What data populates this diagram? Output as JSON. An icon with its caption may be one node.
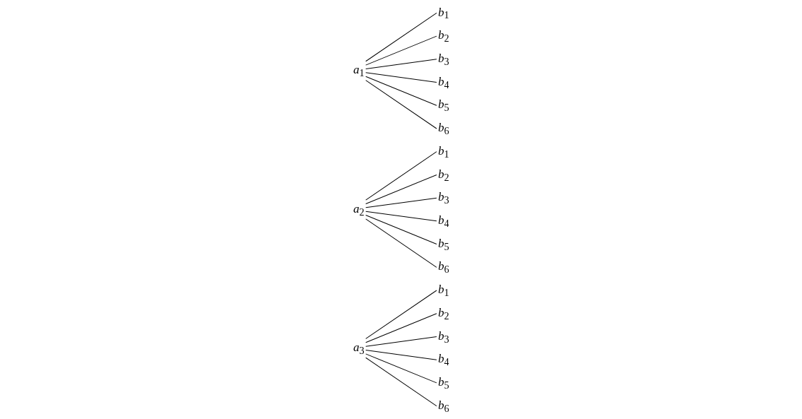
{
  "diagram": {
    "nodes": [
      {
        "text": [
          "*a*$_{1}$"
        ]
      },
      {
        "text": [
          "*b*$_{1}$"
        ]
      },
      {
        "text": [
          "*b*$_{2}$"
        ]
      },
      {
        "text": [
          "*b*$_{3}$"
        ]
      },
      {
        "text": [
          "*b*$_{4}$"
        ]
      },
      {
        "text": [
          "*b*$_{5}$"
        ]
      },
      {
        "text": [
          "*b*$_{6}$"
        ]
      },
      {
        "text": [
          "*a*$_{2}$"
        ]
      },
      {
        "text": [
          "*b*$_{1}$"
        ]
      },
      {
        "text": [
          "*b*$_{2}$"
        ]
      },
      {
        "text": [
          "*b*$_{3}$"
        ]
      },
      {
        "text": [
          "*b*$_{4}$"
        ]
      },
      {
        "text": [
          "*b*$_{5}$"
        ]
      },
      {
        "text": [
          "*b*$_{6}$"
        ]
      },
      {
        "text": [
          "*a*$_{3}$"
        ]
      },
      {
        "text": [
          "*b*$_{1}$"
        ]
      },
      {
        "text": [
          "*b*$_{2}$"
        ]
      },
      {
        "text": [
          "*b*$_{3}$"
        ]
      },
      {
        "text": [
          "*b*$_{4}$"
        ]
      },
      {
        "text": [
          "*b*$_{5}$"
        ]
      },
      {
        "text": [
          "*b*$_{6}$"
        ]
      }
    ],
    "edges": [
      {
        "from": 0,
        "to": 1,
        "arrow": "none"
      },
      {
        "from": 0,
        "to": 2,
        "arrow": "none"
      },
      {
        "from": 0,
        "to": 3,
        "arrow": "none"
      },
      {
        "from": 0,
        "to": 4,
        "arrow": "none"
      },
      {
        "from": 0,
        "to": 5,
        "arrow": "none"
      },
      {
        "from": 0,
        "to": 6,
        "arrow": "none"
      },
      {
        "from": 7,
        "to": 8,
        "arrow": "none"
      },
      {
        "from": 7,
        "to": 9,
        "arrow": "none"
      },
      {
        "from": 7,
        "to": 10,
        "arrow": "none"
      },
      {
        "from": 7,
        "to": 11,
        "arrow": "none"
      },
      {
        "from": 7,
        "to": 12,
        "arrow": "none"
      },
      {
        "from": 7,
        "to": 13,
        "arrow": "none"
      },
      {
        "from": 14,
        "to": 15,
        "arrow": "none"
      },
      {
        "from": 14,
        "to": 16,
        "arrow": "none"
      },
      {
        "from": 14,
        "to": 17,
        "arrow": "none"
      },
      {
        "from": 14,
        "to": 18,
        "arrow": "none"
      },
      {
        "from": 14,
        "to": 19,
        "arrow": "none"
      },
      {
        "from": 14,
        "to": 20,
        "arrow": "none"
      }
    ]
  }
}
